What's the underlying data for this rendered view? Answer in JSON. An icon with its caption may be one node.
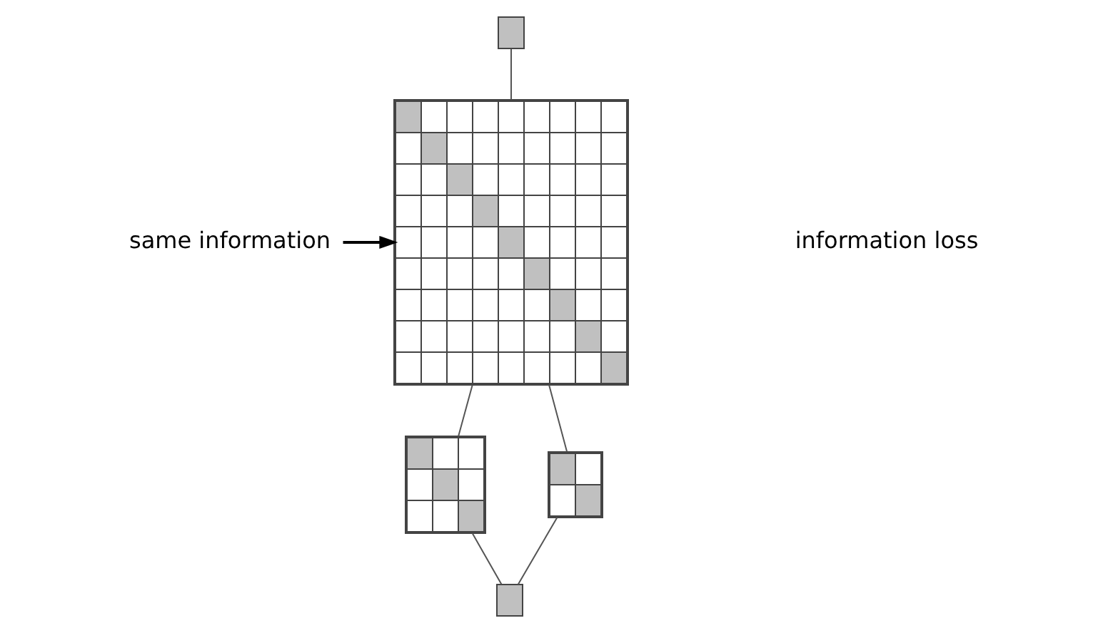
{
  "diagram": {
    "nodes": [
      {
        "text": [],
        "shape": "box"
      },
      {
        "text": [
          "same information"
        ]
      },
      {
        "text": [],
        "shape": "grid"
      },
      {
        "text": [],
        "shape": "grid"
      },
      {
        "text": [],
        "shape": "grid"
      },
      {
        "text": [],
        "shape": "box"
      }
    ],
    "edges": [
      {
        "from": 0,
        "to": 2,
        "arrow": "none"
      },
      {
        "from": 1,
        "to": 2,
        "arrow": "to"
      },
      {
        "from": 2,
        "to": 3,
        "arrow": "none"
      },
      {
        "from": 2,
        "to": 4,
        "arrow": "none"
      },
      {
        "from": 3,
        "to": 5,
        "arrow": "none"
      },
      {
        "from": 4,
        "to": 5,
        "arrow": "none"
      }
    ],
    "labels": [
      "information loss"
    ]
  }
}
